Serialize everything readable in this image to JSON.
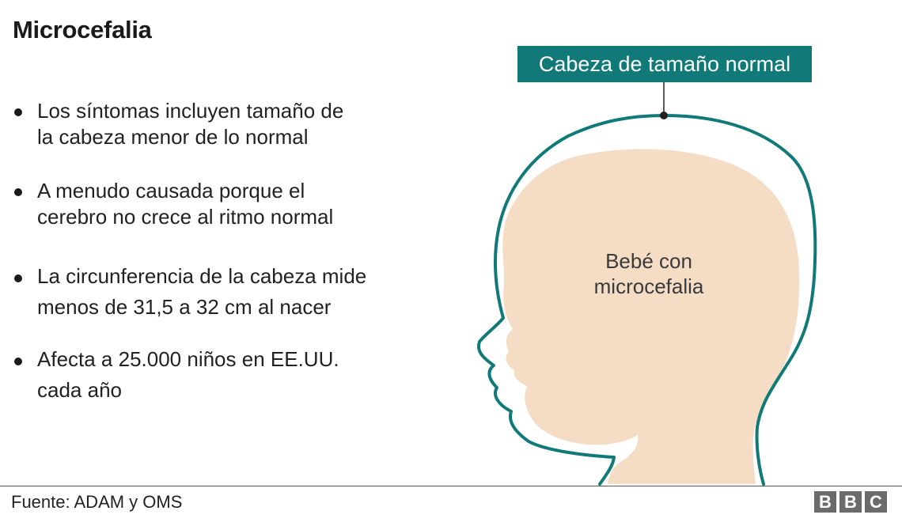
{
  "title": "Microcefalia",
  "bullets": [
    {
      "lines": [
        "Los síntomas incluyen tamaño de",
        "la cabeza menor de lo normal"
      ]
    },
    {
      "lines": [
        "A menudo causada porque el",
        "cerebro no crece al ritmo normal"
      ]
    },
    {
      "lines": [
        "La circunferencia de la cabeza mide",
        "menos de 31,5 a 32 cm al nacer"
      ]
    },
    {
      "lines": [
        "Afecta a 25.000 niños en EE.UU.",
        "cada año"
      ]
    }
  ],
  "diagram": {
    "outline_label": "Cabeza de tamaño normal",
    "inner_label_lines": [
      "Bebé con",
      "microcefalia"
    ],
    "colors": {
      "outline": "#117a78",
      "head_fill": "#f5dcc5",
      "callout_bg": "#117a78"
    }
  },
  "footer": {
    "source": "Fuente: ADAM y OMS",
    "logo_letters": [
      "B",
      "B",
      "C"
    ]
  }
}
